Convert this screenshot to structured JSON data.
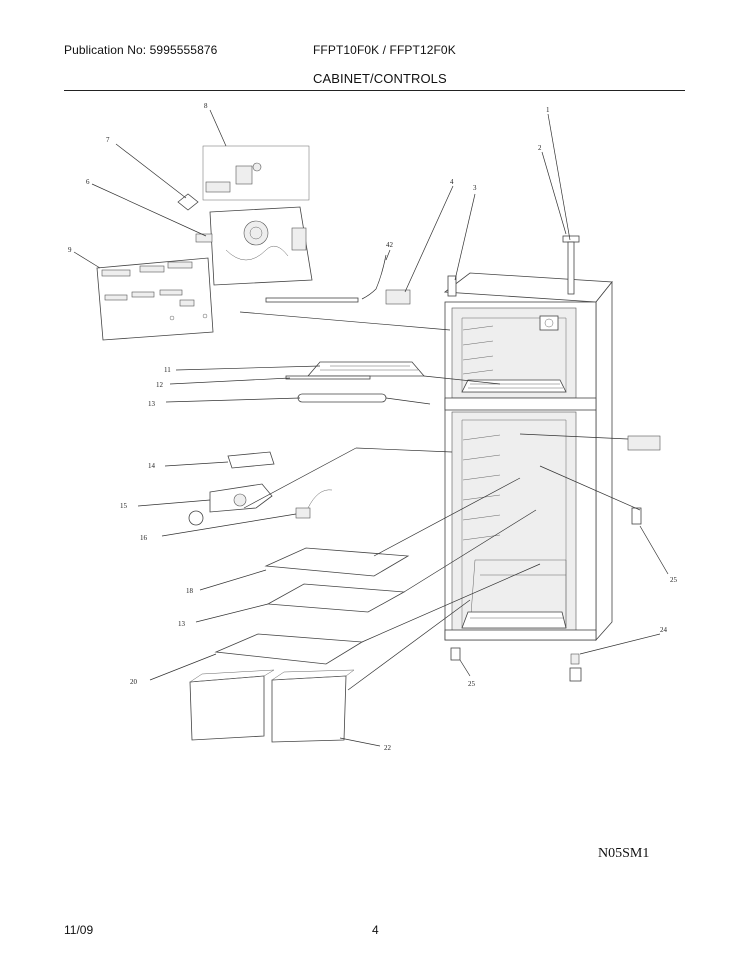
{
  "header": {
    "publication": "Publication No: 5995555876",
    "models": "FFPT10F0K / FFPT12F0K",
    "section_title": "CABINET/CONTROLS"
  },
  "callouts": {
    "c1": "1",
    "c2": "2",
    "c3": "3",
    "c4": "4",
    "c6": "6",
    "c7": "7",
    "c8": "8",
    "c9": "9",
    "c42": "42",
    "c11": "11",
    "c12": "12",
    "c13": "13",
    "c14": "14",
    "c15": "15",
    "c16": "16",
    "c18": "18",
    "c19": "13",
    "c20": "20",
    "c22": "22",
    "c24": "24",
    "c25a": "25",
    "c25b": "25"
  },
  "diagram_code": "N05SM1",
  "footer": {
    "date": "11/09",
    "page": "4"
  }
}
